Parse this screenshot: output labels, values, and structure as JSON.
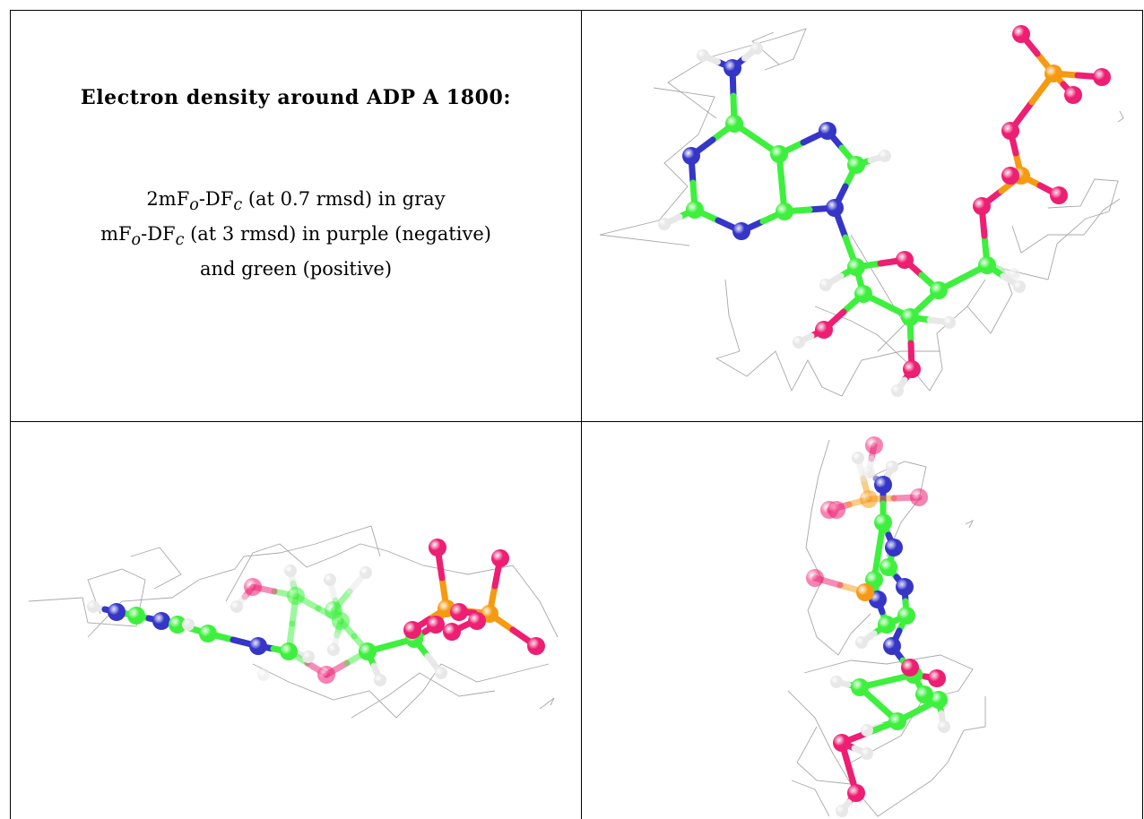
{
  "title": "Electron density around ADP A 1800:",
  "lines": [
    {
      "pre": "2mF",
      "sub1": "o",
      "mid": "-DF",
      "sub2": "c",
      "post": " (at 0.7 rmsd) in gray"
    },
    {
      "pre": "mF",
      "sub1": "o",
      "mid": "-DF",
      "sub2": "c",
      "post": " (at 3 rmsd) in purple (negative)"
    },
    {
      "text": "and green (positive)"
    }
  ],
  "colors": {
    "carbon": "#3ef03e",
    "nitrogen": "#3535c8",
    "oxygen": "#ee1e72",
    "phosphorus": "#f59a12",
    "hydrogen": "#e8e8e8",
    "mesh": "#a8a8a8"
  },
  "panels": [
    {
      "name": "view-top-right"
    },
    {
      "name": "view-bottom-left"
    },
    {
      "name": "view-bottom-right"
    }
  ]
}
